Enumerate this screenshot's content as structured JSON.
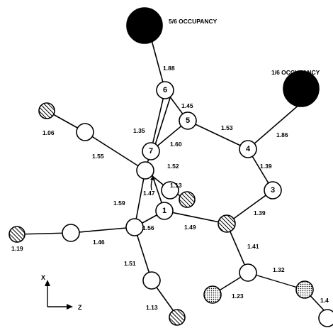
{
  "occupancy": {
    "major": "5/6 OCCUPANCY",
    "minor": "1/6 OCCUPANCY"
  },
  "atom_numbers": {
    "a1": "1",
    "a3": "3",
    "a4": "4",
    "a5": "5",
    "a6": "6",
    "a7": "7"
  },
  "bond_lengths": {
    "b_6_heavy": "1.88",
    "b_6_5": "1.45",
    "b_4_heavy": "1.86",
    "b_5_4": "1.53",
    "b_7_6": "1.35",
    "b_5_7": "1.60",
    "b_hatchtop_c": "1.06",
    "b_c_7": "1.55",
    "b_4_3": "1.39",
    "b_7_center": "1.52",
    "b_center_hatch": "1.13",
    "b_arrow": "1.47",
    "b_left_c": "1.59",
    "b_c_1": "1.56",
    "b_1_n": "1.49",
    "b_3_n": "1.39",
    "b_n_c": "1.41",
    "b_c_right": "1.32",
    "b_c_dot": "1.23",
    "b_hatch_c": "1.19",
    "b_c_c": "1.46",
    "b_c_down": "1.51",
    "b_down_hatch": "1.13",
    "b_edge": "1.4"
  },
  "axes": {
    "x": "X",
    "z": "Z"
  }
}
